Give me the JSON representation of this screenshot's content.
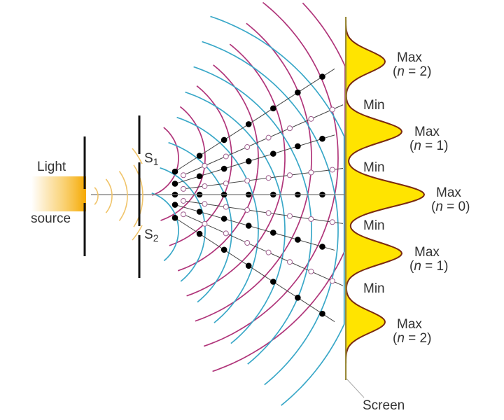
{
  "title": "Double-slit interference",
  "labels": {
    "light": "Light",
    "source": "source",
    "s1": "S",
    "s1_sub": "1",
    "s2": "S",
    "s2_sub": "2",
    "screen": "Screen"
  },
  "fringes": [
    {
      "kind": "Max",
      "n": "2",
      "label": "Max",
      "order": "(n = 2)",
      "order_pre": "(",
      "order_n": "n",
      "order_post": " = 2)"
    },
    {
      "kind": "Min",
      "label": "Min"
    },
    {
      "kind": "Max",
      "n": "1",
      "label": "Max",
      "order_pre": "(",
      "order_n": "n",
      "order_post": " = 1)"
    },
    {
      "kind": "Min",
      "label": "Min"
    },
    {
      "kind": "Max",
      "n": "0",
      "label": "Max",
      "order_pre": "(",
      "order_n": "n",
      "order_post": " = 0)"
    },
    {
      "kind": "Min",
      "label": "Min"
    },
    {
      "kind": "Max",
      "n": "1",
      "label": "Max",
      "order_pre": "(",
      "order_n": "n",
      "order_post": " = 1)"
    },
    {
      "kind": "Min",
      "label": "Min"
    },
    {
      "kind": "Max",
      "n": "2",
      "label": "Max",
      "order_pre": "(",
      "order_n": "n",
      "order_post": " = 2)"
    }
  ],
  "colors": {
    "wave_s1": "#b0357a",
    "wave_s2": "#3aa8c8",
    "source_glow": "#f5b21c",
    "intensity_fill": "#ffe400",
    "intensity_stroke": "#7a2a10",
    "screen": "#9a8a3a",
    "barrier": "#111111",
    "guide_lines": "#444444"
  }
}
